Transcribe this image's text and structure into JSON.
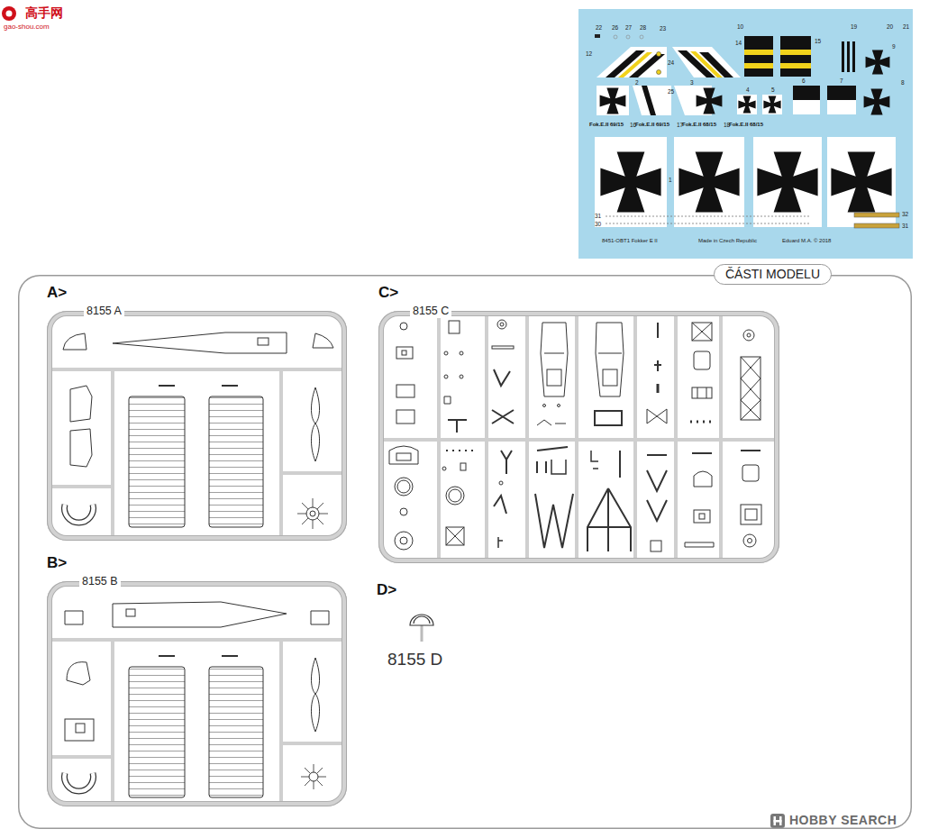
{
  "diagram": {
    "nodes": [
      {
        "text": [
          "22",
          "26",
          "27",
          "28",
          "23",
          "10",
          "12",
          "14",
          "15",
          "19",
          "20",
          "21",
          "24",
          "25",
          "2",
          "3",
          "4",
          "5",
          "6",
          "7",
          "8",
          "9",
          "Fok.E.II 69/15",
          "16",
          "Fok.E.II 69/15",
          "17",
          "Fok.E.II 68/15",
          "18",
          "Fok.E.II 68/15",
          "1",
          "31",
          "30",
          "32",
          "31",
          "8451-OBT1 Fokker E II",
          "Made in Czech Republic",
          "Eduard M.A. © 2018"
        ]
      },
      {
        "text": [
          "ČÁSTI MODELU"
        ]
      },
      {
        "text": [
          "A>",
          "8155 A"
        ],
        "in": 1
      },
      {
        "text": [
          "B>",
          "8155 B"
        ],
        "in": 1
      },
      {
        "text": [
          "C>",
          "8155 C"
        ],
        "in": 1
      }
    ],
    "labels": [
      "高手网",
      "gao-shou.com",
      "D>",
      "8155 D",
      "HOBBY SEARCH"
    ]
  }
}
